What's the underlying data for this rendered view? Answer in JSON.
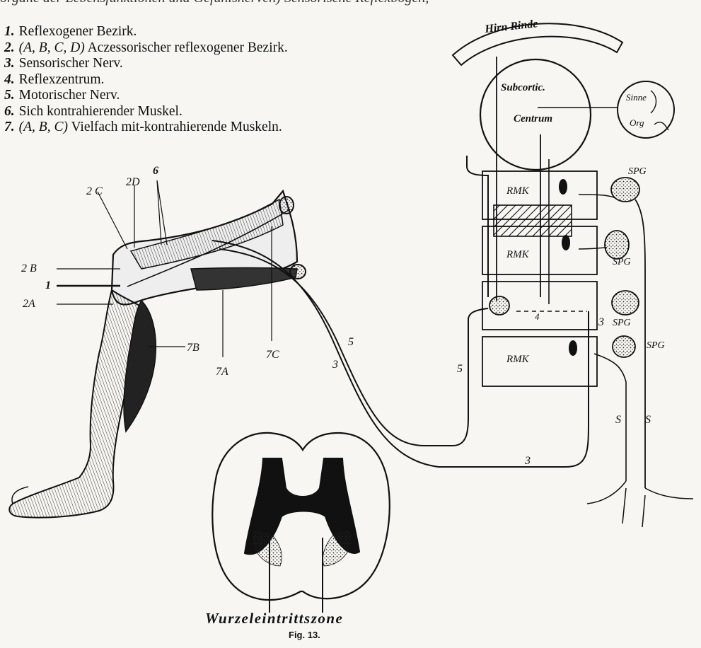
{
  "top_fragment": "organe der Lebensfunktionen und Gefühlsnerven) Sensorische Reflexbogen,",
  "legend": [
    {
      "num": "1.",
      "letters": "",
      "text": "Reflexogener Bezirk."
    },
    {
      "num": "2.",
      "letters": "(A, B, C, D)",
      "text": "Aczessorischer reflexogener Bezirk."
    },
    {
      "num": "3.",
      "letters": "",
      "text": "Sensorischer Nerv."
    },
    {
      "num": "4.",
      "letters": "",
      "text": "Reflexzentrum."
    },
    {
      "num": "5.",
      "letters": "",
      "text": "Motorischer Nerv."
    },
    {
      "num": "6.",
      "letters": "",
      "text": "Sich kontrahierender Muskel."
    },
    {
      "num": "7.",
      "letters": "(A, B, C)",
      "text": "Vielfach mit-kontrahierende Muskeln."
    }
  ],
  "leg_labels": {
    "l2c": "2 C",
    "l2d": "2D",
    "l6": "6",
    "l2b": "2 B",
    "l1": "1",
    "l2a": "2A",
    "l7b": "7B",
    "l7a": "7A",
    "l7c": "7C",
    "l5": "5",
    "l3": "3"
  },
  "brain": {
    "cortex": "Hirn  Rinde",
    "subcortic_1": "Subcortic.",
    "subcortic_2": "Centrum",
    "sinne_1": "Sinne",
    "sinne_2": "Org"
  },
  "cord": {
    "rmk_1": "RMK",
    "rmk_2": "RMK",
    "rmk_3": "RMK",
    "spg_1": "SPG",
    "spg_2": "SPG",
    "spg_3": "SPG",
    "spg_4": "SPG",
    "n3a": "3",
    "n5": "5",
    "n3b": "3",
    "n4": "4",
    "s1": "S",
    "s2": "S"
  },
  "caption": "Wurzeleintrittszone",
  "figure": "Fig. 13."
}
